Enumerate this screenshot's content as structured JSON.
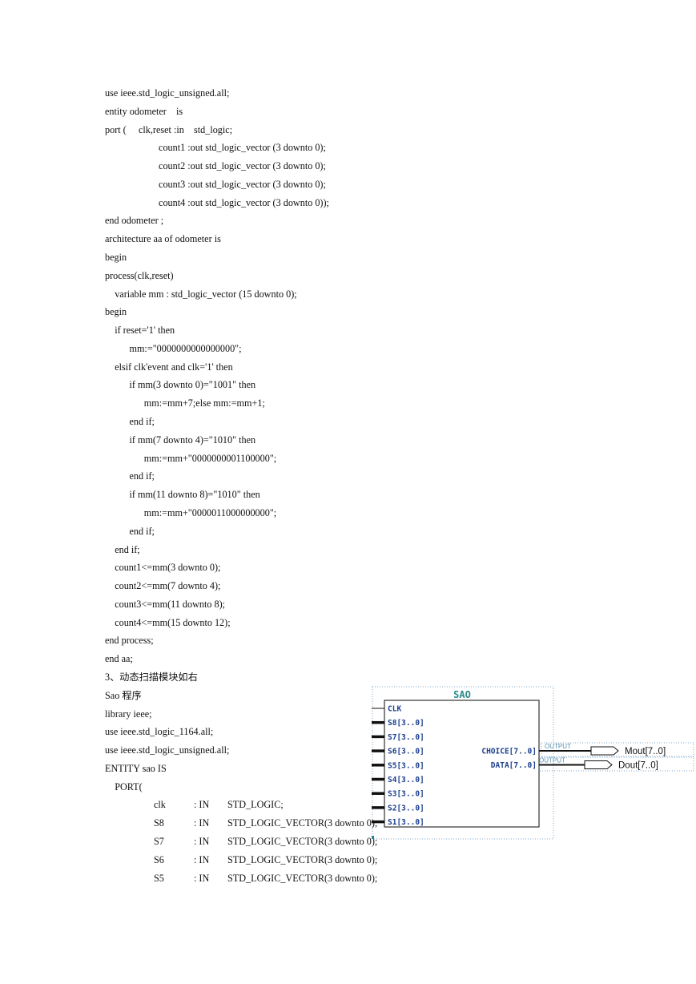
{
  "code_top": [
    "use ieee.std_logic_unsigned.all;",
    "entity odometer    is",
    "port (     clk,reset :in    std_logic;",
    "                      count1 :out std_logic_vector (3 downto 0);",
    "                      count2 :out std_logic_vector (3 downto 0);",
    "                      count3 :out std_logic_vector (3 downto 0);",
    "                      count4 :out std_logic_vector (3 downto 0));",
    "end odometer ;",
    "architecture aa of odometer is",
    "begin",
    "process(clk,reset)",
    "    variable mm : std_logic_vector (15 downto 0);",
    "begin",
    "    if reset='1' then",
    "          mm:=\"0000000000000000\";",
    "    elsif clk'event and clk='1' then",
    "          if mm(3 downto 0)=\"1001\" then",
    "                mm:=mm+7;else mm:=mm+1;",
    "          end if;",
    "          if mm(7 downto 4)=\"1010\" then",
    "                mm:=mm+\"0000000001100000\";",
    "          end if;",
    "          if mm(11 downto 8)=\"1010\" then",
    "                mm:=mm+\"0000011000000000\";",
    "          end if;",
    "    end if;",
    "    count1<=mm(3 downto 0);",
    "    count2<=mm(7 downto 4);",
    "    count3<=mm(11 downto 8);",
    "    count4<=mm(15 downto 12);",
    "end process;",
    "end aa;",
    "3、动态扫描模块如右",
    "Sao 程序",
    "library ieee;",
    "use ieee.std_logic_1164.all;",
    "use ieee.std_logic_unsigned.all;",
    "ENTITY sao IS",
    "    PORT("
  ],
  "port_rows": [
    {
      "name": "clk",
      "dir": ": IN",
      "type": "STD_LOGIC;"
    },
    {
      "name": "S8",
      "dir": ": IN",
      "type": "STD_LOGIC_VECTOR(3 downto 0);"
    },
    {
      "name": "S7",
      "dir": ": IN",
      "type": "STD_LOGIC_VECTOR(3 downto 0);"
    },
    {
      "name": "S6",
      "dir": ": IN",
      "type": "STD_LOGIC_VECTOR(3 downto 0);"
    },
    {
      "name": "S5",
      "dir": ": IN",
      "type": "STD_LOGIC_VECTOR(3 downto 0);"
    }
  ],
  "symbol": {
    "title": "SAO",
    "inputs": [
      "CLK",
      "S8[3..0]",
      "S7[3..0]",
      "S6[3..0]",
      "S5[3..0]",
      "S4[3..0]",
      "S3[3..0]",
      "S2[3..0]",
      "S1[3..0]"
    ],
    "outputs": [
      "CHOICE[7..0]",
      "DATA[7..0]"
    ],
    "output_tags": [
      "OUTPUT",
      "OUTPUT"
    ],
    "output_pins": [
      "Mout[7..0]",
      "Dout[7..0]"
    ],
    "colors": {
      "border": "#333333",
      "pin_text": "#1b3e8c",
      "title": "#2a8a8a",
      "dotted": "#7fa7c9"
    }
  }
}
